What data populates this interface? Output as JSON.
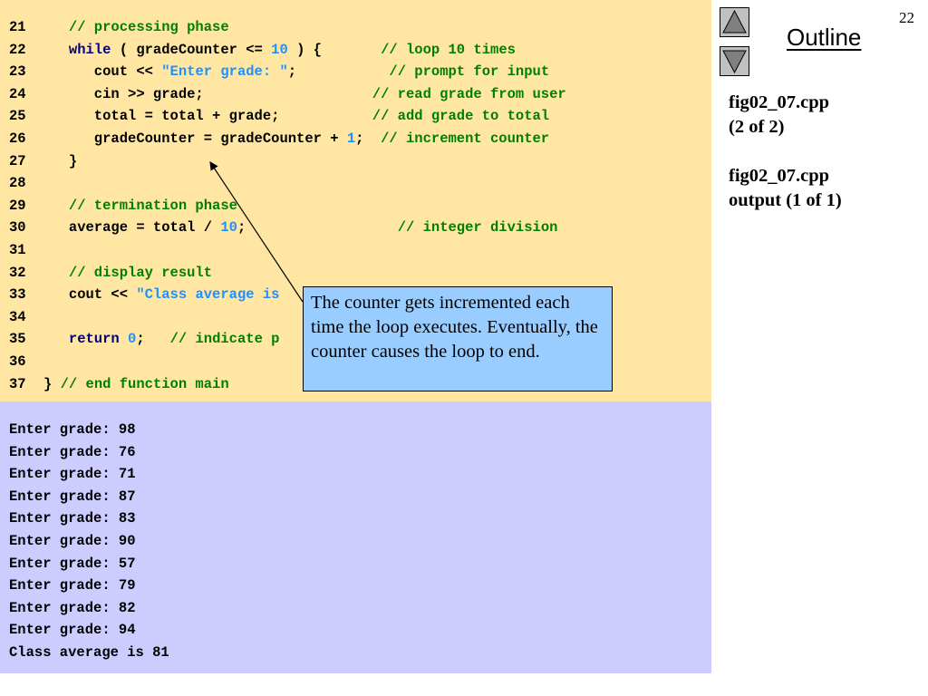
{
  "page_number": "22",
  "outline_title": "Outline",
  "side_labels": [
    "fig02_07.cpp",
    "(2 of 2)",
    "fig02_07.cpp",
    "output (1 of 1)"
  ],
  "code_lines": [
    {
      "num": "21",
      "segments": [
        {
          "t": "   ",
          "c": "code"
        },
        {
          "t": "// processing phase",
          "c": "cm"
        }
      ]
    },
    {
      "num": "22",
      "segments": [
        {
          "t": "   ",
          "c": "code"
        },
        {
          "t": "while",
          "c": "kw"
        },
        {
          "t": " ( gradeCounter <= ",
          "c": "code"
        },
        {
          "t": "10",
          "c": "num"
        },
        {
          "t": " ) {       ",
          "c": "code"
        },
        {
          "t": "// loop 10 times",
          "c": "cm"
        }
      ]
    },
    {
      "num": "23",
      "segments": [
        {
          "t": "      cout << ",
          "c": "code"
        },
        {
          "t": "\"Enter grade: \"",
          "c": "str"
        },
        {
          "t": ";           ",
          "c": "code"
        },
        {
          "t": "// prompt for input",
          "c": "cm"
        }
      ]
    },
    {
      "num": "24",
      "segments": [
        {
          "t": "      cin >> grade;                    ",
          "c": "code"
        },
        {
          "t": "// read grade from user",
          "c": "cm"
        }
      ]
    },
    {
      "num": "25",
      "segments": [
        {
          "t": "      total = total + grade;           ",
          "c": "code"
        },
        {
          "t": "// add grade to total",
          "c": "cm"
        }
      ]
    },
    {
      "num": "26",
      "segments": [
        {
          "t": "      gradeCounter = gradeCounter + ",
          "c": "code"
        },
        {
          "t": "1",
          "c": "num"
        },
        {
          "t": ";  ",
          "c": "code"
        },
        {
          "t": "// increment counter",
          "c": "cm"
        }
      ]
    },
    {
      "num": "27",
      "segments": [
        {
          "t": "   }",
          "c": "code"
        }
      ]
    },
    {
      "num": "28",
      "segments": []
    },
    {
      "num": "29",
      "segments": [
        {
          "t": "   ",
          "c": "code"
        },
        {
          "t": "// termination phase",
          "c": "cm"
        }
      ]
    },
    {
      "num": "30",
      "segments": [
        {
          "t": "   average = total / ",
          "c": "code"
        },
        {
          "t": "10",
          "c": "num"
        },
        {
          "t": ";                  ",
          "c": "code"
        },
        {
          "t": "// integer division",
          "c": "cm"
        }
      ]
    },
    {
      "num": "31",
      "segments": []
    },
    {
      "num": "32",
      "segments": [
        {
          "t": "   ",
          "c": "code"
        },
        {
          "t": "// display result",
          "c": "cm"
        }
      ]
    },
    {
      "num": "33",
      "segments": [
        {
          "t": "   cout << ",
          "c": "code"
        },
        {
          "t": "\"Class average is",
          "c": "str"
        }
      ]
    },
    {
      "num": "34",
      "segments": []
    },
    {
      "num": "35",
      "segments": [
        {
          "t": "   ",
          "c": "code"
        },
        {
          "t": "return",
          "c": "kw"
        },
        {
          "t": " ",
          "c": "code"
        },
        {
          "t": "0",
          "c": "num"
        },
        {
          "t": ";   ",
          "c": "code"
        },
        {
          "t": "// indicate p",
          "c": "cm"
        }
      ]
    },
    {
      "num": "36",
      "segments": []
    },
    {
      "num": "37",
      "segments": [
        {
          "t": "} ",
          "c": "code"
        },
        {
          "t": "// end function main",
          "c": "cm"
        }
      ]
    }
  ],
  "callout_text": "The counter gets incremented each time the loop executes. Eventually, the counter causes the loop to end.",
  "output_lines": [
    "Enter grade: 98",
    "Enter grade: 76",
    "Enter grade: 71",
    "Enter grade: 87",
    "Enter grade: 83",
    "Enter grade: 90",
    "Enter grade: 57",
    "Enter grade: 79",
    "Enter grade: 82",
    "Enter grade: 94",
    "Class average is 81"
  ],
  "colors": {
    "code_bg": "#ffe6a3",
    "output_bg": "#ccccff",
    "callout_bg": "#99ccff",
    "keyword": "#000080",
    "comment": "#008000",
    "string": "#1e90ff",
    "nav_button": "#c0c0c0"
  },
  "icons": {
    "nav_up": "triangle-up-icon",
    "nav_down": "triangle-down-icon"
  }
}
